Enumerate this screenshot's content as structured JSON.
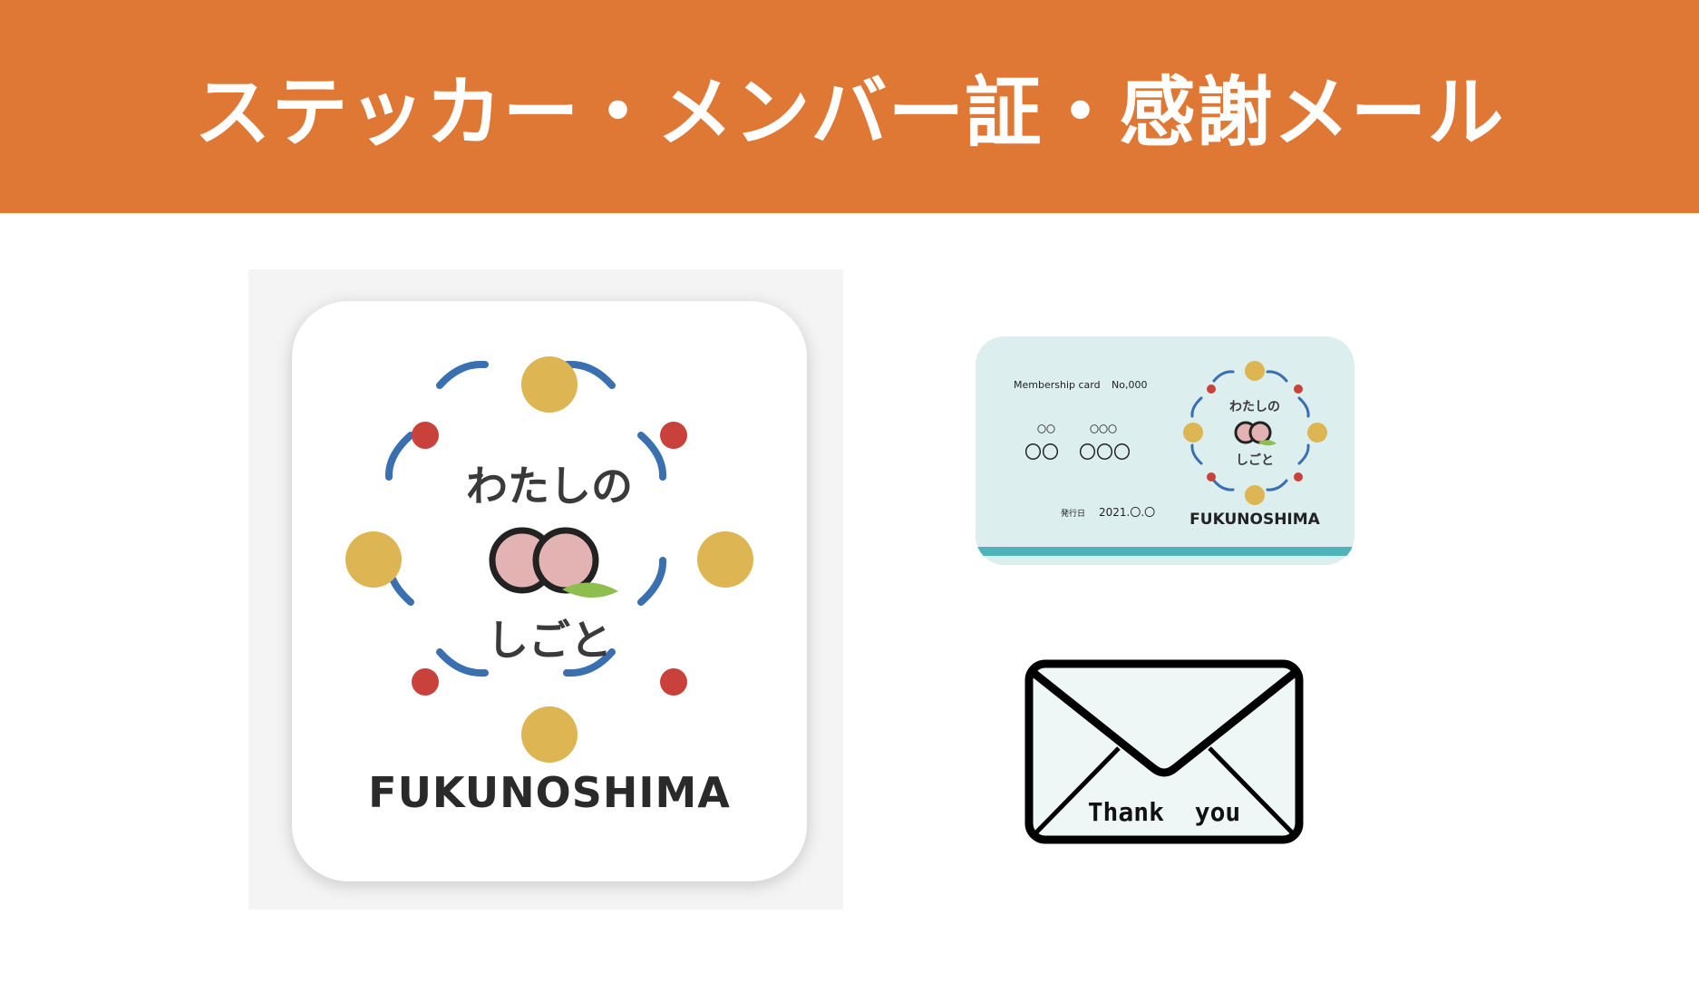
{
  "banner": {
    "title": "ステッカー・メンバー証・感謝メール",
    "background": "#DF7735"
  },
  "sticker": {
    "line1": "わたしの",
    "line2": "しごと",
    "name": "FUKUNOSHIMA",
    "colors": {
      "ring": "#3A6FB0",
      "gold": "#DDB552",
      "red": "#C8413A",
      "pink": "#E3B3B3",
      "leaf": "#8DBE4E"
    }
  },
  "card": {
    "title": "Membership card",
    "number": "No,000",
    "field1_small": "〇〇",
    "field2_small": "〇〇〇",
    "field1": "〇〇",
    "field2": "〇〇〇",
    "issued_label": "発行日",
    "issued_date": "2021.〇.〇",
    "logo_line1": "わたしの",
    "logo_line2": "しごと",
    "name": "FUKUNOSHIMA",
    "background": "#DCEEEE",
    "stripe": "#4FB3BA"
  },
  "envelope": {
    "label": "Thank  you",
    "fill": "#EEF6F6"
  }
}
